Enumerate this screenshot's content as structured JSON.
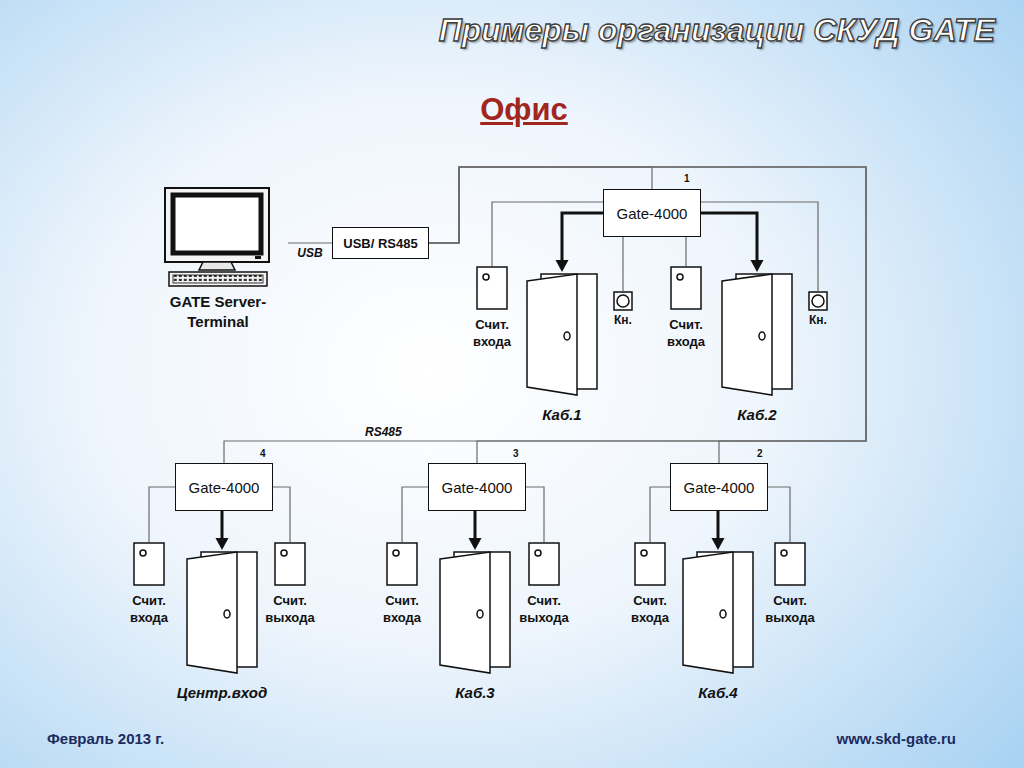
{
  "diagram": {
    "title": "Примеры организации СКУД GATE",
    "nodes": [
      {
        "text": [
          "GATE Server-Terminal"
        ]
      },
      {
        "text": [
          "USB/ RS485"
        ]
      },
      {
        "text": [
          "Gate-4000"
        ]
      },
      {
        "text": [
          "Счит. входа"
        ]
      },
      {
        "text": [
          "Каб.1"
        ]
      },
      {
        "text": [
          "Кн."
        ]
      },
      {
        "text": [
          "Счит. входа"
        ]
      },
      {
        "text": [
          "Каб.2"
        ]
      },
      {
        "text": [
          "Кн."
        ]
      },
      {
        "text": [
          "Gate-4000"
        ]
      },
      {
        "text": [
          "Счит. входа"
        ]
      },
      {
        "text": [
          "Центр.вход"
        ]
      },
      {
        "text": [
          "Счит. выхода"
        ]
      },
      {
        "text": [
          "Gate-4000"
        ]
      },
      {
        "text": [
          "Счит. входа"
        ]
      },
      {
        "text": [
          "Каб.3"
        ]
      },
      {
        "text": [
          "Счит. выхода"
        ]
      },
      {
        "text": [
          "Gate-4000"
        ]
      },
      {
        "text": [
          "Счит. входа"
        ]
      },
      {
        "text": [
          "Каб.4"
        ]
      },
      {
        "text": [
          "Счит. выхода"
        ]
      }
    ],
    "edges": [
      {
        "from": 0,
        "to": 1,
        "arrow": "none",
        "label": "USB"
      },
      {
        "from": 1,
        "to": 2,
        "arrow": "none"
      },
      {
        "from": 2,
        "to": 3,
        "arrow": "none"
      },
      {
        "from": 2,
        "to": 4,
        "arrow": "to"
      },
      {
        "from": 2,
        "to": 5,
        "arrow": "none"
      },
      {
        "from": 2,
        "to": 6,
        "arrow": "none"
      },
      {
        "from": 2,
        "to": 7,
        "arrow": "to"
      },
      {
        "from": 2,
        "to": 8,
        "arrow": "none"
      },
      {
        "from": 1,
        "to": 9,
        "arrow": "none"
      },
      {
        "from": 9,
        "to": 10,
        "arrow": "none"
      },
      {
        "from": 9,
        "to": 11,
        "arrow": "to"
      },
      {
        "from": 9,
        "to": 12,
        "arrow": "none"
      },
      {
        "from": 1,
        "to": 13,
        "arrow": "none"
      },
      {
        "from": 13,
        "to": 14,
        "arrow": "none"
      },
      {
        "from": 13,
        "to": 15,
        "arrow": "to"
      },
      {
        "from": 13,
        "to": 16,
        "arrow": "none"
      },
      {
        "from": 1,
        "to": 17,
        "arrow": "none"
      },
      {
        "from": 17,
        "to": 18,
        "arrow": "none"
      },
      {
        "from": 17,
        "to": 19,
        "arrow": "to"
      },
      {
        "from": 17,
        "to": 20,
        "arrow": "none"
      }
    ],
    "labels": [
      "Офис",
      "1",
      "RS485",
      "4",
      "3",
      "2",
      "Февраль 2013 г.",
      "www.skd-gate.ru"
    ]
  }
}
